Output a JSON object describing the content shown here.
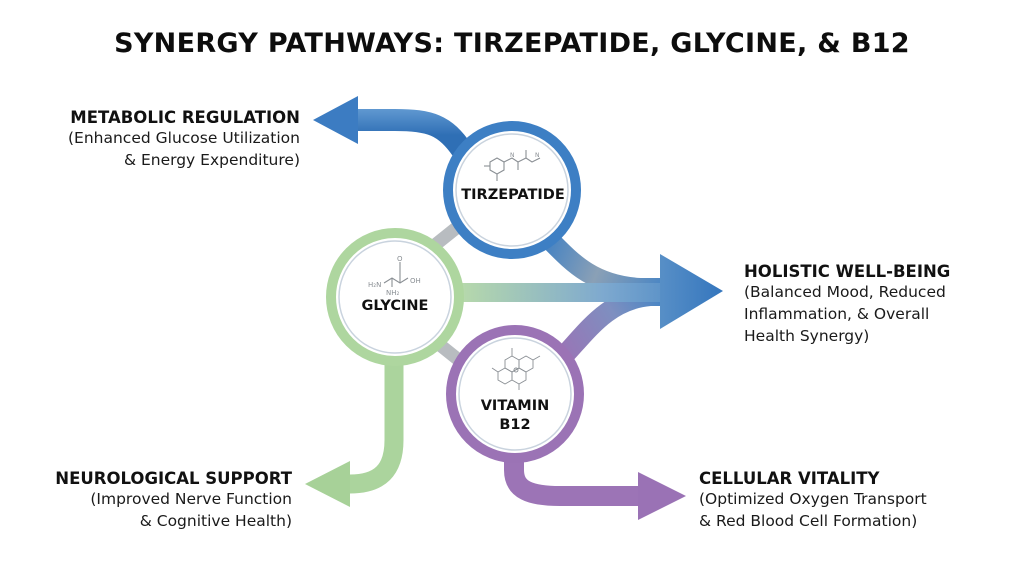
{
  "title": "SYNERGY PATHWAYS: TIRZEPATIDE, GLYCINE, & B12",
  "nodes": {
    "tirzepatide": {
      "label": "TIRZEPATIDE",
      "color": "#3d7fc4"
    },
    "glycine": {
      "label": "GLYCINE",
      "color": "#a9d39b"
    },
    "b12": {
      "label_line1": "VITAMIN",
      "label_line2": "B12",
      "color": "#9b73b5"
    }
  },
  "outcomes": {
    "metabolic": {
      "heading": "METABOLIC REGULATION",
      "line1": "(Enhanced Glucose Utilization",
      "line2": "& Energy Expenditure)"
    },
    "holistic": {
      "heading": "HOLISTIC WELL-BEING",
      "line1": "(Balanced Mood, Reduced",
      "line2": "Inflammation, & Overall",
      "line3": "Health Synergy)"
    },
    "neurological": {
      "heading": "NEUROLOGICAL SUPPORT",
      "line1": "(Improved Nerve Function",
      "line2": "& Cognitive Health)"
    },
    "cellular": {
      "heading": "CELLULAR VITALITY",
      "line1": "(Optimized Oxygen Transport",
      "line2": "& Red Blood Cell Formation)"
    }
  },
  "molecules": {
    "glycine_groups": [
      "H₂N",
      "OH",
      "O",
      "NH₂"
    ]
  }
}
